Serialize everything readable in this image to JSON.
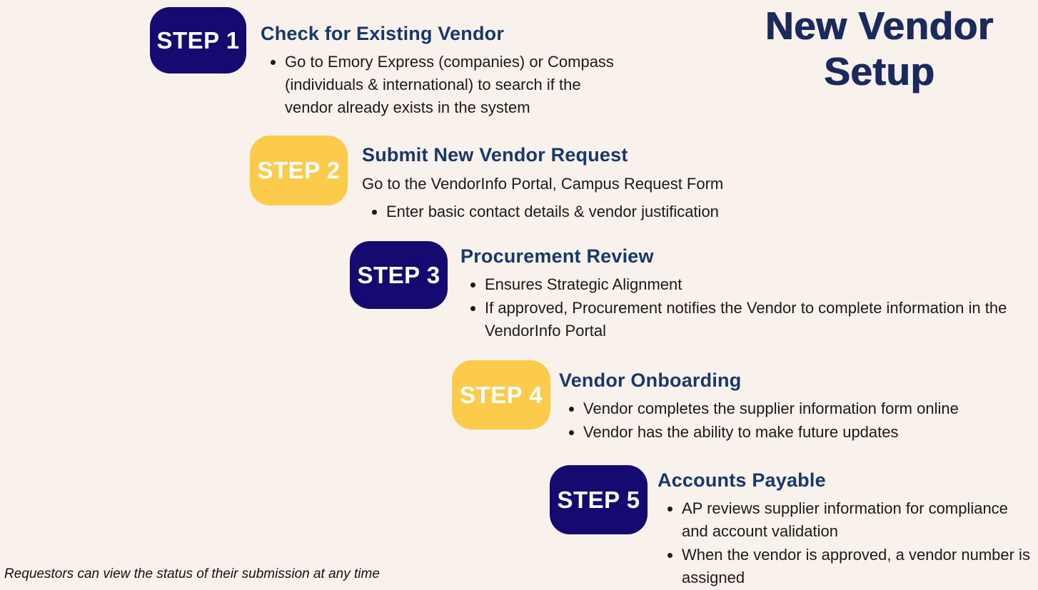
{
  "page": {
    "title": "New Vendor\nSetup",
    "footnote": "Requestors can view the status of their submission at any time",
    "background_color": "#f9f1eb",
    "title_color": "#1b2a5c",
    "heading_color": "#17386b",
    "navy_badge_color": "#150a70",
    "yellow_badge_color": "#fdcb4b",
    "badge_text_color": "#ffffff",
    "body_text_color": "#1a1a1a"
  },
  "steps": [
    {
      "badge_label": "STEP 1",
      "badge_style": "navy",
      "heading": "Check for Existing Vendor",
      "bullets": [
        "Go to Emory Express (companies) or Compass (individuals & international) to search if the vendor already exists in the system"
      ]
    },
    {
      "badge_label": "STEP 2",
      "badge_style": "yellow",
      "heading": "Submit New Vendor Request",
      "intro": "Go to the VendorInfo Portal, Campus Request Form",
      "bullets": [
        "Enter basic contact details & vendor justification"
      ]
    },
    {
      "badge_label": "STEP 3",
      "badge_style": "navy",
      "heading": "Procurement Review",
      "bullets": [
        "Ensures Strategic Alignment",
        "If approved, Procurement notifies the Vendor to complete information in the VendorInfo Portal"
      ]
    },
    {
      "badge_label": "STEP 4",
      "badge_style": "yellow",
      "heading": "Vendor Onboarding",
      "bullets": [
        "Vendor completes the supplier information form online",
        "Vendor has the ability to make future updates"
      ]
    },
    {
      "badge_label": "STEP 5",
      "badge_style": "navy",
      "heading": "Accounts Payable",
      "bullets": [
        "AP reviews supplier information for compliance and account validation",
        "When the vendor is approved, a vendor number is assigned"
      ]
    }
  ]
}
